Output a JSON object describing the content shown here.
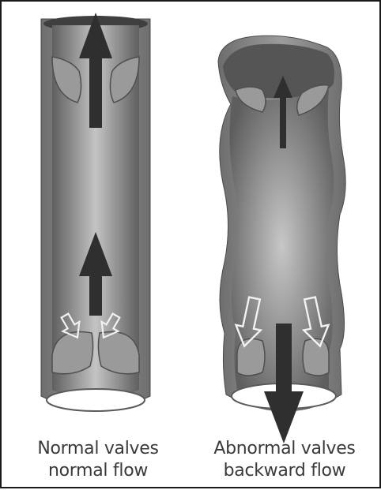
{
  "labels": {
    "left": {
      "line1": "Normal valves",
      "line2": "normal flow"
    },
    "right": {
      "line1": "Abnormal valves",
      "line2": "backward flow"
    }
  },
  "colors": {
    "wall": "#8a8a8a",
    "wall_dark": "#5e5e5e",
    "lumen_light": "#b9b9b9",
    "lumen_dark": "#6f6f6f",
    "arrow": "#2f2f2f",
    "outline_arrow": "#f2f2f2"
  }
}
